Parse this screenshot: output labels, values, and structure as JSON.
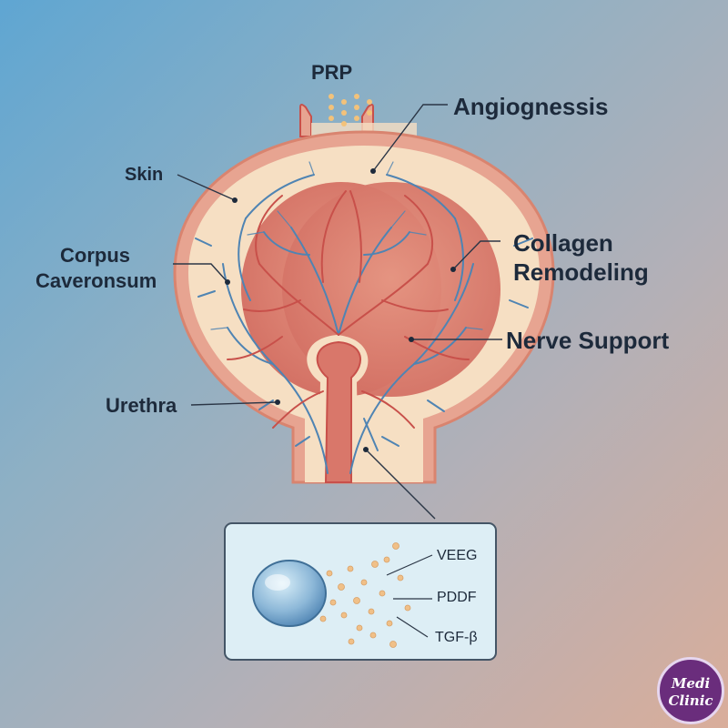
{
  "labels": {
    "prp": "PRP",
    "angiogenesis": "Angiognessis",
    "skin": "Skin",
    "corpus": "Corpus",
    "caveronsum": "Caveronsum",
    "collagen": "Collagen",
    "remodeling": "Remodeling",
    "nerve_support": "Nerve Support",
    "urethra": "Urethra"
  },
  "inset": {
    "factors": [
      "VEEG",
      "PDDF",
      "TGF-β"
    ]
  },
  "logo": {
    "line1": "Medi",
    "line2": "Clinic"
  },
  "colors": {
    "outer_wall": "#e7a491",
    "tissue": "#f6dfc3",
    "core": "#d97a6c",
    "artery": "#c8504a",
    "vein": "#4f84b3",
    "label_text": "#1d2a3b",
    "logo_bg": "#6a2d7c"
  }
}
